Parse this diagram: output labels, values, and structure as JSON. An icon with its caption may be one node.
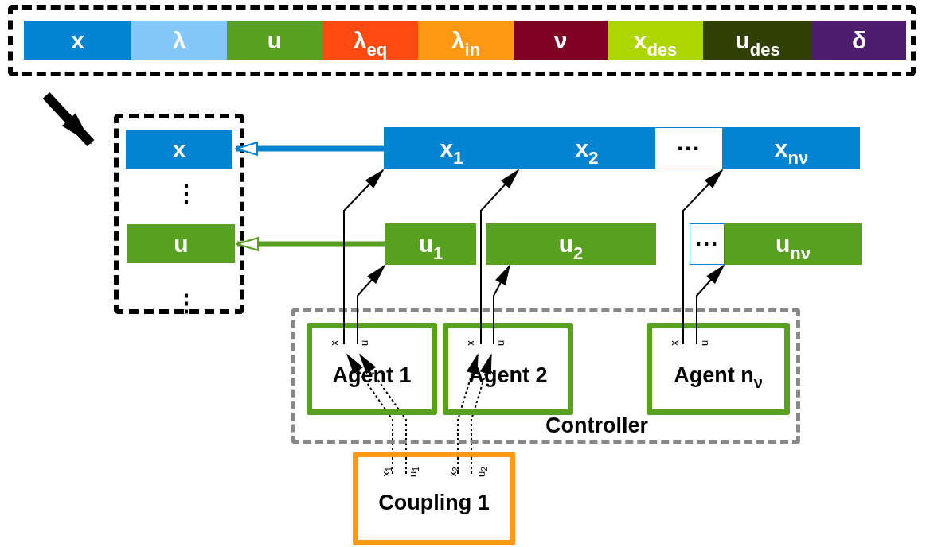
{
  "diagram": {
    "nodes": [
      {
        "text": [],
        "shape": "box"
      },
      {
        "text": [
          "x"
        ],
        "in": 0
      },
      {
        "text": [
          "λ"
        ],
        "in": 0
      },
      {
        "text": [
          "u"
        ],
        "in": 0
      },
      {
        "text": [
          "λ$_{eq}$"
        ],
        "in": 0
      },
      {
        "text": [
          "λ$_{in}$"
        ],
        "in": 0
      },
      {
        "text": [
          "ν"
        ],
        "in": 0
      },
      {
        "text": [
          "x$_{des}$"
        ],
        "in": 0
      },
      {
        "text": [
          "u$_{des}$"
        ],
        "in": 0
      },
      {
        "text": [
          "δ"
        ],
        "in": 0
      },
      {
        "text": [],
        "shape": "box"
      },
      {
        "text": [
          "x"
        ],
        "in": 10
      },
      {
        "text": [
          "u"
        ],
        "in": 10
      },
      {
        "text": [
          "x$_{1}$"
        ]
      },
      {
        "text": [
          "x$_{2}$"
        ]
      },
      {
        "text": [
          "···"
        ]
      },
      {
        "text": [
          "x$_{nν}$"
        ]
      },
      {
        "text": [
          "u$_{1}$"
        ]
      },
      {
        "text": [
          "u$_{2}$"
        ]
      },
      {
        "text": [
          "···"
        ]
      },
      {
        "text": [
          "u$_{nν}$"
        ]
      },
      {
        "text": [
          "Controller"
        ]
      },
      {
        "text": [
          "x",
          "u",
          "Agent 1"
        ],
        "in": 21
      },
      {
        "text": [
          "x",
          "u",
          "Agent 2"
        ],
        "in": 21
      },
      {
        "text": [
          "x",
          "u",
          "Agent n$_{ν}$"
        ],
        "in": 21
      },
      {
        "text": [
          "x$_{1}$",
          "u$_{1}$",
          "x$_{2}$",
          "u$_{2}$",
          "Coupling 1"
        ]
      }
    ],
    "edges": [
      {
        "from": 0,
        "to": 10,
        "arrow": "to",
        "style": "thick"
      },
      {
        "from": 13,
        "to": 11,
        "arrow": "to",
        "style": "thick",
        "color": "#0384d2"
      },
      {
        "from": 17,
        "to": 12,
        "arrow": "to",
        "style": "thick",
        "color": "#58a020"
      },
      {
        "from": 22,
        "to": 13,
        "arrow": "to"
      },
      {
        "from": 22,
        "to": 17,
        "arrow": "to"
      },
      {
        "from": 23,
        "to": 14,
        "arrow": "to"
      },
      {
        "from": 23,
        "to": 18,
        "arrow": "to"
      },
      {
        "from": 24,
        "to": 16,
        "arrow": "to"
      },
      {
        "from": 24,
        "to": 20,
        "arrow": "to"
      },
      {
        "from": 25,
        "to": 22,
        "arrow": "to",
        "style": "dashed"
      },
      {
        "from": 25,
        "to": 22,
        "arrow": "to",
        "style": "dashed"
      },
      {
        "from": 25,
        "to": 23,
        "arrow": "to",
        "style": "dashed"
      },
      {
        "from": 25,
        "to": 23,
        "arrow": "to",
        "style": "dashed"
      }
    ],
    "labels": [
      "⋮",
      "⋮"
    ]
  }
}
